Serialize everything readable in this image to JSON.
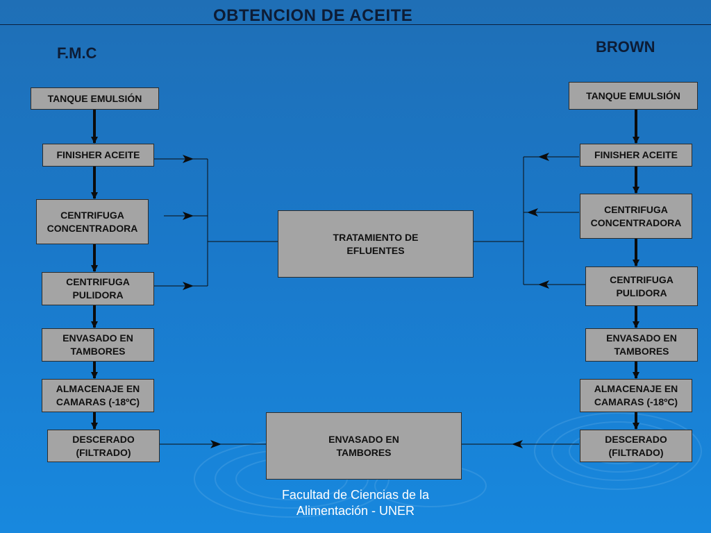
{
  "title": "OBTENCION DE ACEITE",
  "left_label": "F.M.C",
  "right_label": "BROWN",
  "fmc_steps": [
    "TANQUE EMULSIÓN",
    "FINISHER ACEITE",
    "CENTRIFUGA\nCONCENTRADORA",
    "CENTRIFUGA\nPULIDORA",
    "ENVASADO EN\nTAMBORES",
    "ALMACENAJE EN\nCAMARAS (-18ºC)",
    "DESCERADO\n(FILTRADO)"
  ],
  "brown_steps": [
    "TANQUE EMULSIÓN",
    "FINISHER ACEITE",
    "CENTRIFUGA\nCONCENTRADORA",
    "CENTRIFUGA\nPULIDORA",
    "ENVASADO EN\nTAMBORES",
    "ALMACENAJE EN\nCAMARAS (-18ºC)",
    "DESCERADO\n(FILTRADO)"
  ],
  "center_top": "TRATAMIENTO DE\nEFLUENTES",
  "center_bottom": "ENVASADO EN\nTAMBORES",
  "footer": "Facultad de Ciencias de la\nAlimentación - UNER"
}
